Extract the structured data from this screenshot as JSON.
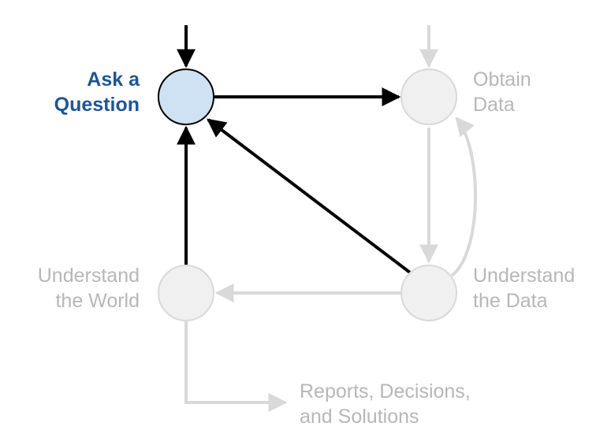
{
  "colors": {
    "active_stroke": "#000000",
    "active_fill": "#cfe2f3",
    "active_text": "#1f5594",
    "inactive_stroke": "#d9d9d9",
    "inactive_fill": "#f0f0f0",
    "inactive_text": "#b7b7b7"
  },
  "nodes": {
    "ask_question": {
      "lines": [
        "Ask a",
        "Question"
      ],
      "active": true
    },
    "obtain_data": {
      "lines": [
        "Obtain",
        "Data"
      ],
      "active": false
    },
    "understand_world": {
      "lines": [
        "Understand",
        "the World"
      ],
      "active": false
    },
    "understand_data": {
      "lines": [
        "Understand",
        "the Data"
      ],
      "active": false
    }
  },
  "output": {
    "lines": [
      "Reports, Decisions,",
      "and Solutions"
    ]
  }
}
